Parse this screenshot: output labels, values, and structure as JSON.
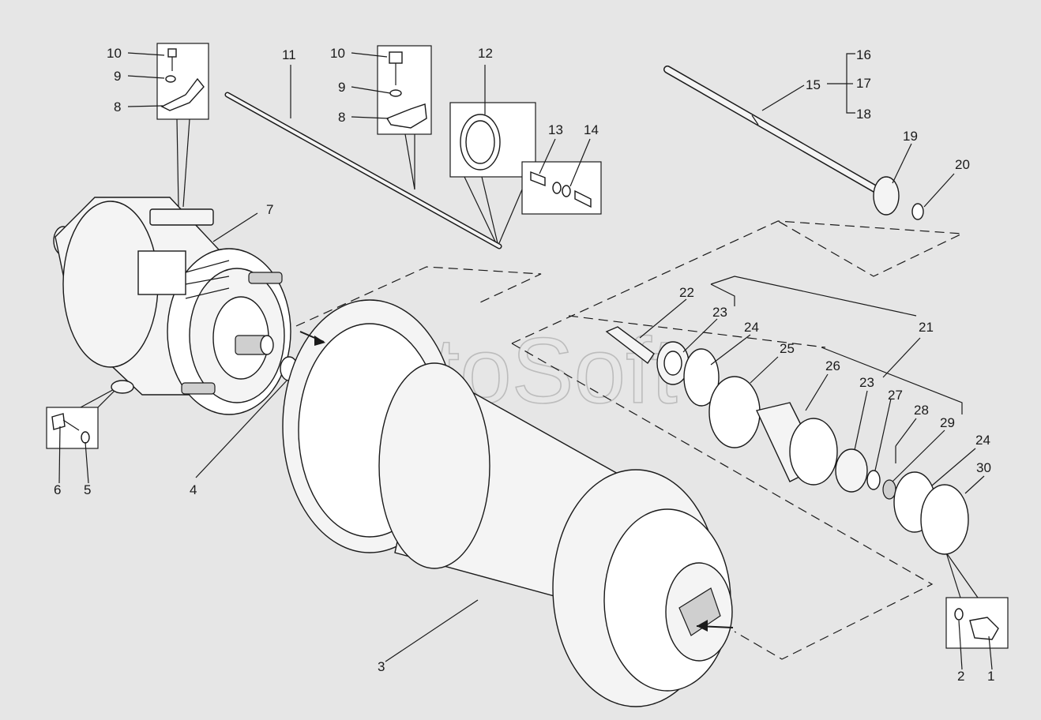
{
  "watermark": "AutoSoft",
  "colors": {
    "background": "#e6e6e6",
    "line": "#1a1a1a",
    "part_fill": "#f4f4f4",
    "watermark": "#9a9a9a"
  },
  "callouts": {
    "c1": "1",
    "c2": "2",
    "c3": "3",
    "c4": "4",
    "c5": "5",
    "c6": "6",
    "c7": "7",
    "c8a": "8",
    "c8b": "8",
    "c9a": "9",
    "c9b": "9",
    "c10a": "10",
    "c10b": "10",
    "c11": "11",
    "c12": "12",
    "c13": "13",
    "c14": "14",
    "c15": "15",
    "c16": "16",
    "c17": "17",
    "c18": "18",
    "c19": "19",
    "c20": "20",
    "c21": "21",
    "c22": "22",
    "c23a": "23",
    "c23b": "23",
    "c24a": "24",
    "c24b": "24",
    "c25": "25",
    "c26": "26",
    "c27": "27",
    "c28": "28",
    "c29": "29",
    "c30": "30"
  }
}
